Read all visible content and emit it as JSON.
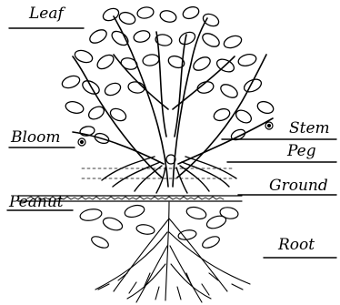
{
  "labels": {
    "leaf": "Leaf",
    "bloom": "Bloom",
    "stem": "Stem",
    "peg": "Peg",
    "ground": "Ground",
    "peanut": "Peanut",
    "root": "Root"
  },
  "colors": {
    "ink": "#000000",
    "paper": "#ffffff"
  }
}
